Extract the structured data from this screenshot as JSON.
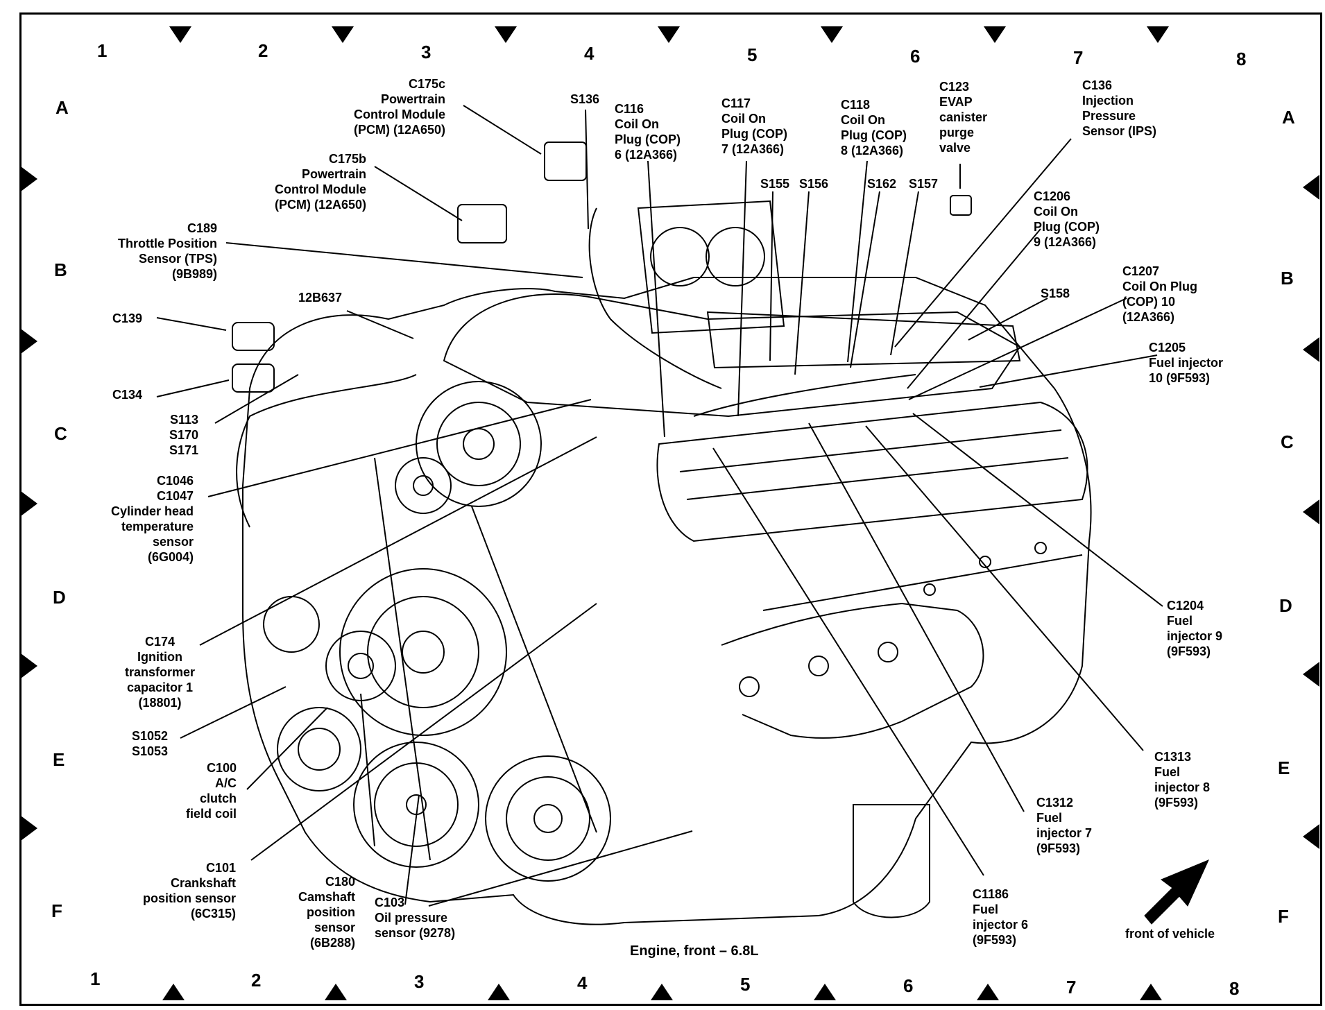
{
  "grid": {
    "columns": [
      "1",
      "2",
      "3",
      "4",
      "5",
      "6",
      "7",
      "8"
    ],
    "rows": [
      "A",
      "B",
      "C",
      "D",
      "E",
      "F"
    ]
  },
  "caption": "Engine, front – 6.8L",
  "front_label": "front of vehicle",
  "labels": {
    "c175c": "C175c\nPowertrain\nControl Module\n(PCM) (12A650)",
    "c175b": "C175b\nPowertrain\nControl Module\n(PCM) (12A650)",
    "s136": "S136",
    "c116": "C116\nCoil On\nPlug (COP)\n6 (12A366)",
    "c117": "C117\nCoil On\nPlug (COP)\n7 (12A366)",
    "c118": "C118\nCoil On\nPlug (COP)\n8 (12A366)",
    "c123": "C123\nEVAP\ncanister\npurge\nvalve",
    "c136": "C136\nInjection\nPressure\nSensor (IPS)",
    "c189": "C189\nThrottle Position\nSensor (TPS)\n(9B989)",
    "s155": "S155",
    "s156": "S156",
    "s162": "S162",
    "s157": "S157",
    "c1206": "C1206\nCoil On\nPlug (COP)\n9 (12A366)",
    "l12b637": "12B637",
    "s158": "S158",
    "c1207": "C1207\nCoil On Plug\n(COP) 10\n(12A366)",
    "c139": "C139",
    "c1205": "C1205\nFuel injector\n10 (9F593)",
    "c134": "C134",
    "s113": "S113\nS170\nS171",
    "c1046": "C1046\nC1047\nCylinder head\ntemperature\nsensor\n(6G004)",
    "c1204": "C1204\nFuel\ninjector 9\n(9F593)",
    "c174": "C174\nIgnition\ntransformer\ncapacitor 1\n(18801)",
    "s1052": "S1052\nS1053",
    "c100": "C100\nA/C\nclutch\nfield coil",
    "c1313": "C1313\nFuel\ninjector 8\n(9F593)",
    "c1312": "C1312\nFuel\ninjector 7\n(9F593)",
    "c101": "C101\nCrankshaft\nposition sensor\n(6C315)",
    "c180": "C180\nCamshaft\nposition\nsensor\n(6B288)",
    "c103": "C103\nOil pressure\nsensor (9278)",
    "c1186": "C1186\nFuel\ninjector 6\n(9F593)"
  }
}
